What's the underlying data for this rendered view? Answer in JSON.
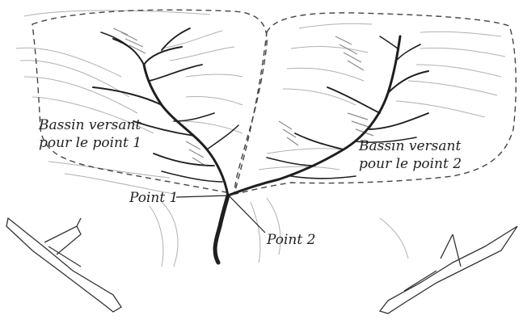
{
  "labels": {
    "basin1_line1": "Bassin versant",
    "basin1_line2": "pour le point 1",
    "basin2_line1": "Bassin versant",
    "basin2_line2": "pour le point 2",
    "point1": "Point 1",
    "point2": "Point 2"
  },
  "colors": {
    "ink": "#222222",
    "hatch": "#9a9a9a",
    "hatch_light": "#c4c4c4",
    "paper": "#ffffff"
  }
}
